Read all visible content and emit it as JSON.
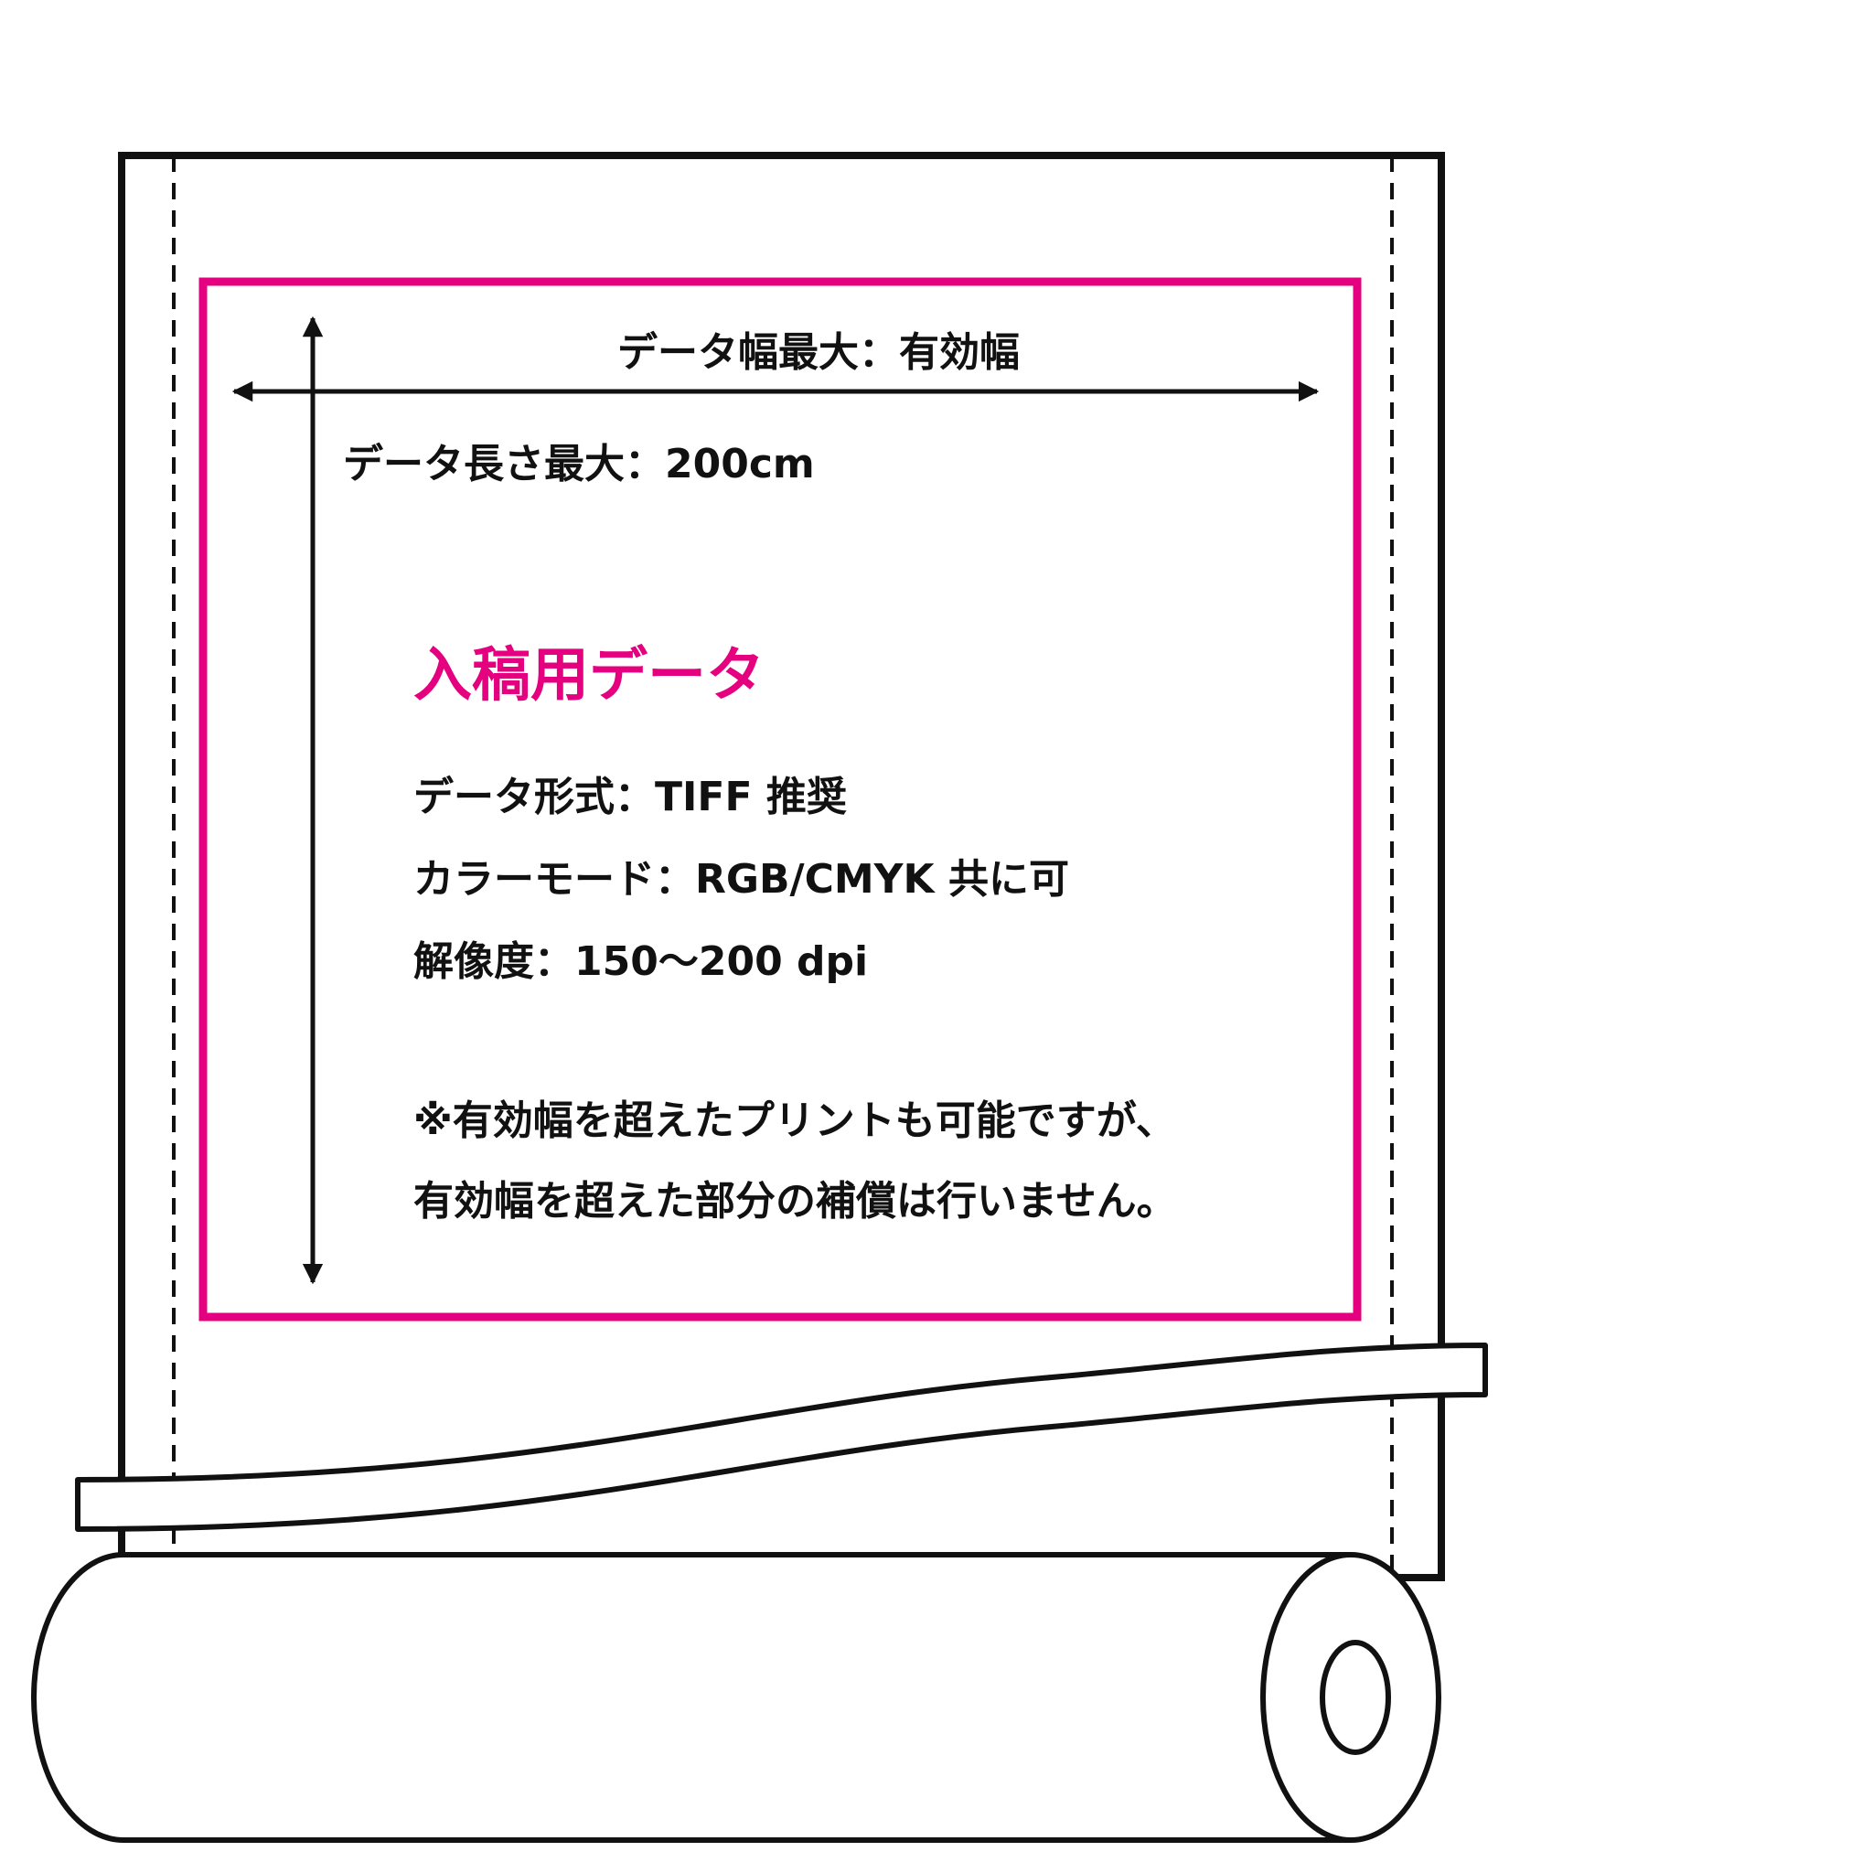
{
  "labels": {
    "width_max": "データ幅最大：有効幅",
    "length_max": "データ長さ最大：200cm"
  },
  "info": {
    "heading": "入稿用データ",
    "format": "データ形式：TIFF 推奨",
    "color_mode": "カラーモード：RGB/CMYK 共に可",
    "resolution": "解像度：150〜200 dpi",
    "note_line1": "※有効幅を超えたプリントも可能ですが、",
    "note_line2": "有効幅を超えた部分の補償は行いません。"
  },
  "colors": {
    "accent": "#e4007f",
    "line": "#111111",
    "background": "#ffffff"
  }
}
